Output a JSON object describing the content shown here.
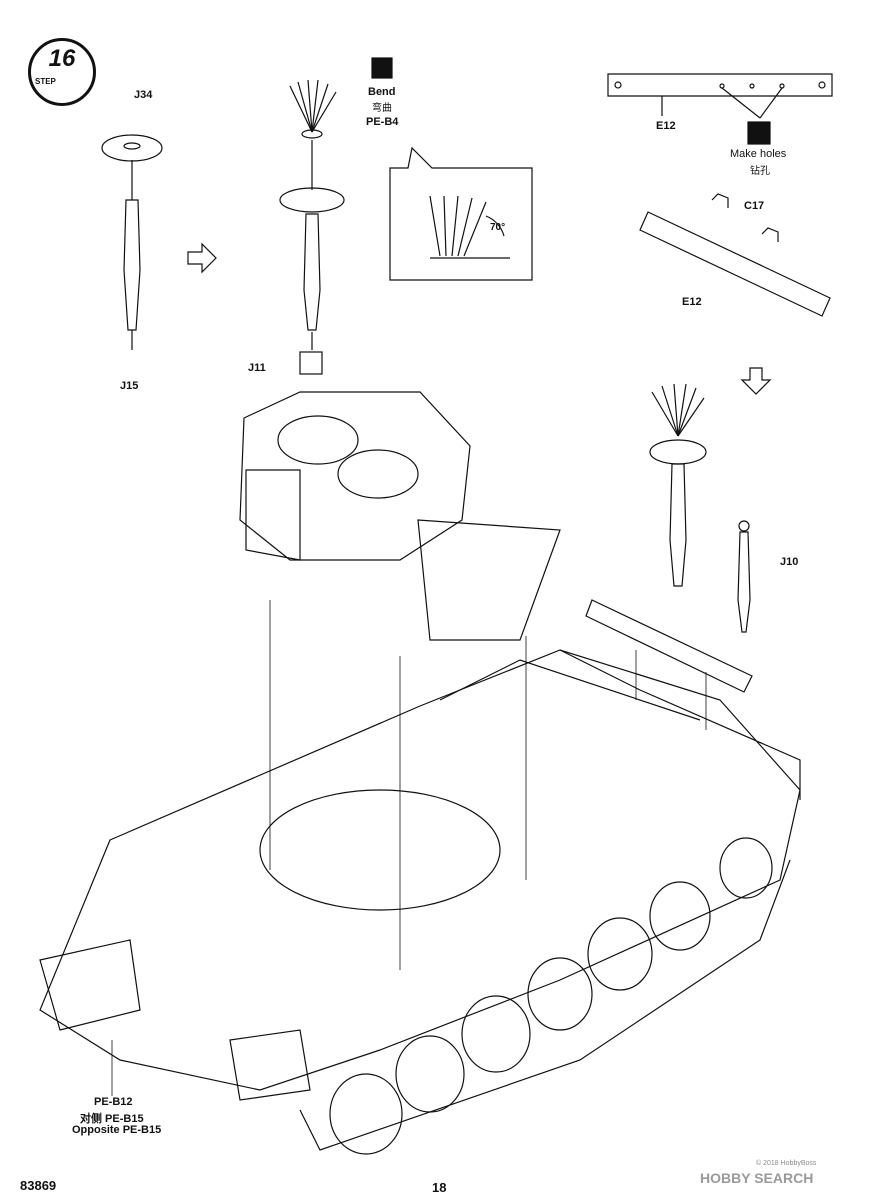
{
  "step": {
    "number": "16",
    "label": "STEP"
  },
  "labels": {
    "j34": "J34",
    "j15": "J15",
    "bend_en": "Bend",
    "bend_cn": "弯曲",
    "pe_b4": "PE-B4",
    "j11": "J11",
    "angle": "70°",
    "e12_top": "E12",
    "make_holes_en": "Make holes",
    "make_holes_cn": "钻孔",
    "c17": "C17",
    "e12_bottom": "E12",
    "j10": "J10",
    "pe_b12": "PE-B12",
    "pe_b15_cn": "对侧 PE-B15",
    "pe_b15_en": "Opposite PE-B15"
  },
  "footer": {
    "kit_number": "83869",
    "page_number": "18"
  },
  "watermark": {
    "text": "HOBBY SEARCH",
    "copyright": "© 2018 HobbyBoss"
  }
}
